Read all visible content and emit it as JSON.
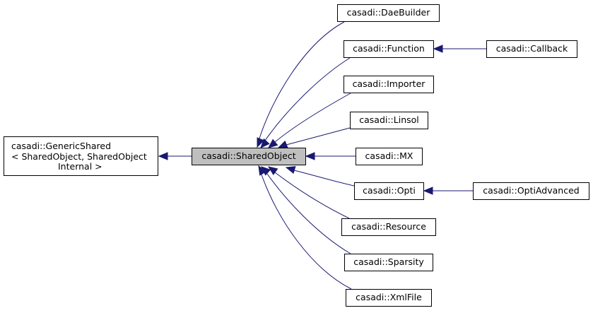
{
  "colors": {
    "edge": "#191970",
    "node_border": "#000000",
    "highlight_fill": "#bfbfbf",
    "background": "#ffffff"
  },
  "nodes": {
    "generic_shared": {
      "lines": [
        "casadi::GenericShared",
        "< SharedObject, SharedObject",
        "Internal >"
      ]
    },
    "shared_object": {
      "lines": [
        "casadi::SharedObject"
      ]
    },
    "dae_builder": {
      "lines": [
        "casadi::DaeBuilder"
      ]
    },
    "function": {
      "lines": [
        "casadi::Function"
      ]
    },
    "callback": {
      "lines": [
        "casadi::Callback"
      ]
    },
    "importer": {
      "lines": [
        "casadi::Importer"
      ]
    },
    "linsol": {
      "lines": [
        "casadi::Linsol"
      ]
    },
    "mx": {
      "lines": [
        "casadi::MX"
      ]
    },
    "opti": {
      "lines": [
        "casadi::Opti"
      ]
    },
    "opti_advanced": {
      "lines": [
        "casadi::OptiAdvanced"
      ]
    },
    "resource": {
      "lines": [
        "casadi::Resource"
      ]
    },
    "sparsity": {
      "lines": [
        "casadi::Sparsity"
      ]
    },
    "xml_file": {
      "lines": [
        "casadi::XmlFile"
      ]
    }
  },
  "edges": [
    {
      "from": "shared_object",
      "to": "generic_shared"
    },
    {
      "from": "dae_builder",
      "to": "shared_object"
    },
    {
      "from": "function",
      "to": "shared_object"
    },
    {
      "from": "importer",
      "to": "shared_object"
    },
    {
      "from": "linsol",
      "to": "shared_object"
    },
    {
      "from": "mx",
      "to": "shared_object"
    },
    {
      "from": "opti",
      "to": "shared_object"
    },
    {
      "from": "resource",
      "to": "shared_object"
    },
    {
      "from": "sparsity",
      "to": "shared_object"
    },
    {
      "from": "xml_file",
      "to": "shared_object"
    },
    {
      "from": "callback",
      "to": "function"
    },
    {
      "from": "opti_advanced",
      "to": "opti"
    }
  ]
}
